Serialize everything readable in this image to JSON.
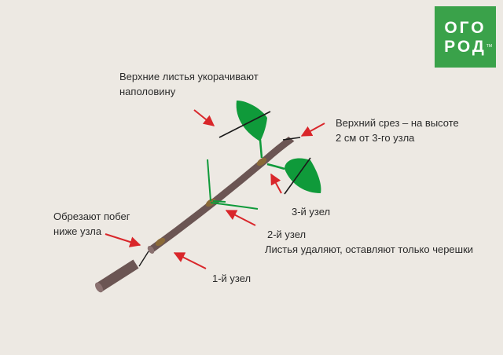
{
  "labels": {
    "top_leaves": [
      "Верхние листья укорачивают",
      "наполовину"
    ],
    "top_cut": [
      "Верхний срез – на высоте",
      "2 см от 3-го узла"
    ],
    "node3": "3-й узел",
    "cut_shoot": [
      "Обрезают побег",
      "ниже узла"
    ],
    "node2": [
      "2-й узел",
      "Листья удаляют, оставляют только черешки"
    ],
    "node1": "1-й узел"
  },
  "logo": {
    "line1": "ОГО",
    "line2": "РОД",
    "tm": "TM",
    "color": "#3aa24a"
  },
  "colors": {
    "background": "#ede9e3",
    "stem": "#6b5553",
    "node": "#8a6a38",
    "leaf": "#0f9a3a",
    "arrow": "#d9262a",
    "text": "#2b2b2b"
  }
}
